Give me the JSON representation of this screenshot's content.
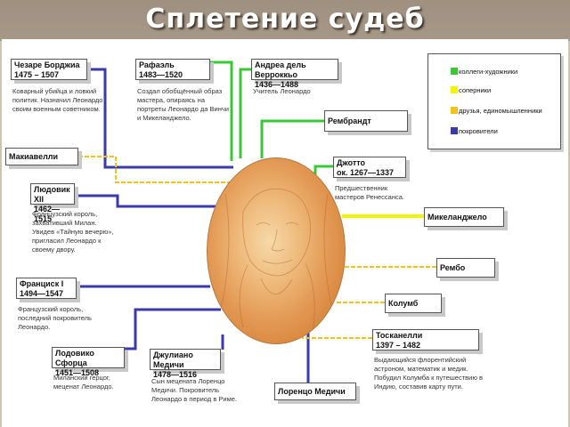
{
  "title": "Сплетение судеб",
  "center": {
    "image": "leonardo-portrait"
  },
  "colors": {
    "colleagues": "#37c837",
    "rivals": "#f4f400",
    "friends": "#f2c21a",
    "patrons": "#3a3aa8"
  },
  "legend": [
    {
      "label": "коллеги-художники",
      "color": "#37c837"
    },
    {
      "label": "соперники",
      "color": "#f4f400"
    },
    {
      "label": "друзья, единомышленники",
      "color": "#f2c21a"
    },
    {
      "label": "покровители",
      "color": "#3a3aa8"
    }
  ],
  "nodes": {
    "borgia": {
      "name": "Чезаре Борджиа",
      "years": "1475 – 1507",
      "desc": "Коварный убийца и ловкий политик. Назначил Леонардо своим военным советником.",
      "relation": "patrons"
    },
    "raphael": {
      "name": "Рафаэль",
      "years": "1483—1520",
      "desc": "Создал обобщённый образ мастера, опираясь на портреты Леонардо да Винчи и Микеланджело.",
      "relation": "colleagues"
    },
    "verrocchio": {
      "name": "Андреа дель Верроккьо",
      "years": "1436—1488",
      "desc": "Учитель Леонардо",
      "relation": "colleagues"
    },
    "rembrandt": {
      "name": "Рембрандт",
      "relation": "colleagues"
    },
    "machiavelli": {
      "name": "Макиавелли",
      "relation": "friends"
    },
    "giotto": {
      "name": "Джотто",
      "years": "ок. 1267—1337",
      "desc": "Предшественник мастеров Ренессанса.",
      "relation": "colleagues"
    },
    "louis": {
      "name": "Людовик XII",
      "years": "1462—1515",
      "desc": "Французский король, захвативший Милан. Увидев «Тайную вечерю», пригласил Леонардо к своему двору.",
      "relation": "patrons"
    },
    "michelangelo": {
      "name": "Микеланджело",
      "relation": "rivals"
    },
    "rimbaud": {
      "name": "Рембо",
      "relation": "friends"
    },
    "francis": {
      "name": "Франциск I",
      "years": "1494—1547",
      "desc": "Французский король, последний покровитель Леонардо.",
      "relation": "patrons"
    },
    "columbus": {
      "name": "Колумб",
      "relation": "friends"
    },
    "sforza": {
      "name": "Лодовико Сфорца",
      "years": "1451—1508",
      "desc": "Миланский герцог, меценат Леонардо.",
      "relation": "patrons"
    },
    "giuliano": {
      "name": "Джулиано Медичи",
      "years": "1478—1516",
      "desc": "Сын мецената Лоренцо Медичи. Покровитель Леонардо в период в Риме.",
      "relation": "patrons"
    },
    "toscanelli": {
      "name": "Тосканелли",
      "years": "1397 – 1482",
      "desc": "Выдающийся флорентийский астроном, математик и медик. Побудил Колумба к путешествию в Индию, составив карту пути.",
      "relation": "friends"
    },
    "lorenzo": {
      "name": "Лоренцо Медичи",
      "relation": "patrons"
    }
  }
}
